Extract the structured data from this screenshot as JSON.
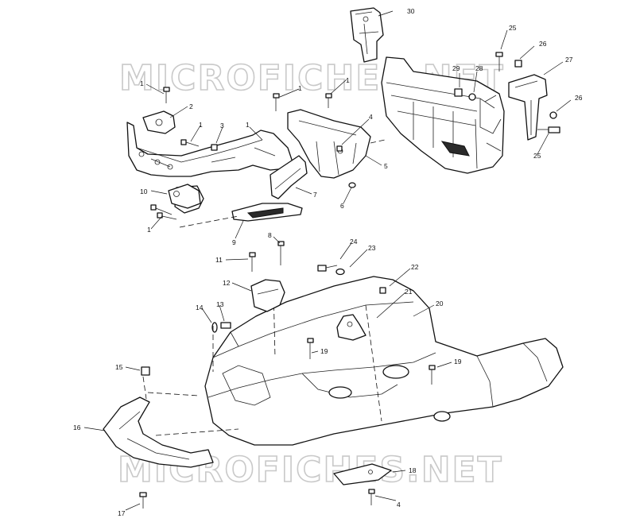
{
  "watermark": {
    "top": "MICROFICHES.NET",
    "bottom": "MICROFICHES.NET"
  },
  "callouts": [
    {
      "id": "c30",
      "label": "30"
    },
    {
      "id": "c25a",
      "label": "25"
    },
    {
      "id": "c26a",
      "label": "26"
    },
    {
      "id": "c27",
      "label": "27"
    },
    {
      "id": "c26b",
      "label": "26"
    },
    {
      "id": "c25b",
      "label": "25"
    },
    {
      "id": "c29",
      "label": "29"
    },
    {
      "id": "c28",
      "label": "28"
    },
    {
      "id": "c1a",
      "label": "1"
    },
    {
      "id": "c1b",
      "label": "1"
    },
    {
      "id": "c1c",
      "label": "1"
    },
    {
      "id": "c1d",
      "label": "1"
    },
    {
      "id": "c1e",
      "label": "1"
    },
    {
      "id": "c1f",
      "label": "1"
    },
    {
      "id": "c2",
      "label": "2"
    },
    {
      "id": "c3",
      "label": "3"
    },
    {
      "id": "c4a",
      "label": "4"
    },
    {
      "id": "c5",
      "label": "5"
    },
    {
      "id": "c6",
      "label": "6"
    },
    {
      "id": "c7",
      "label": "7"
    },
    {
      "id": "c9",
      "label": "9"
    },
    {
      "id": "c10",
      "label": "10"
    },
    {
      "id": "c8",
      "label": "8"
    },
    {
      "id": "c11",
      "label": "11"
    },
    {
      "id": "c12",
      "label": "12"
    },
    {
      "id": "c24",
      "label": "24"
    },
    {
      "id": "c23",
      "label": "23"
    },
    {
      "id": "c22",
      "label": "22"
    },
    {
      "id": "c21",
      "label": "21"
    },
    {
      "id": "c20",
      "label": "20"
    },
    {
      "id": "c14",
      "label": "14"
    },
    {
      "id": "c13",
      "label": "13"
    },
    {
      "id": "c19a",
      "label": "19"
    },
    {
      "id": "c19b",
      "label": "19"
    },
    {
      "id": "c15",
      "label": "15"
    },
    {
      "id": "c16",
      "label": "16"
    },
    {
      "id": "c18",
      "label": "18"
    },
    {
      "id": "c4b",
      "label": "4"
    },
    {
      "id": "c17",
      "label": "17"
    }
  ]
}
